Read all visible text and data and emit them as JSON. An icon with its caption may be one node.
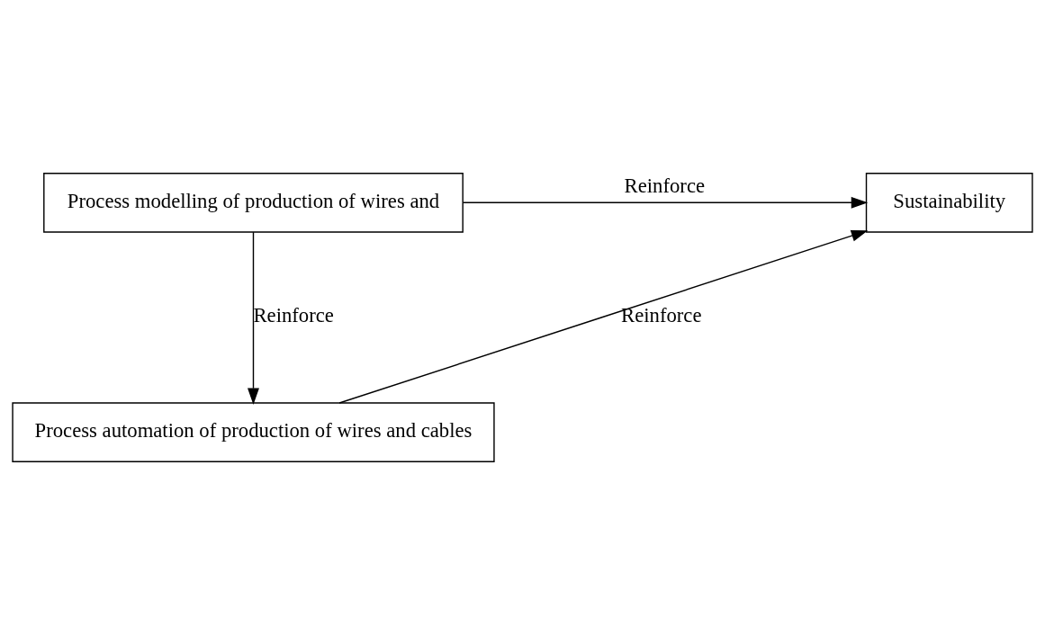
{
  "diagram": {
    "nodes": [
      {
        "text": [
          "Process modelling of production of wires and"
        ]
      },
      {
        "text": [
          "Sustainability"
        ]
      },
      {
        "text": [
          "Process automation of production of wires and cables"
        ]
      }
    ],
    "edges": [
      {
        "from": 0,
        "to": 1,
        "arrow": "to",
        "label": "Reinforce"
      },
      {
        "from": 0,
        "to": 2,
        "arrow": "to",
        "label": "Reinforce"
      },
      {
        "from": 2,
        "to": 1,
        "arrow": "to",
        "label": "Reinforce"
      }
    ]
  }
}
